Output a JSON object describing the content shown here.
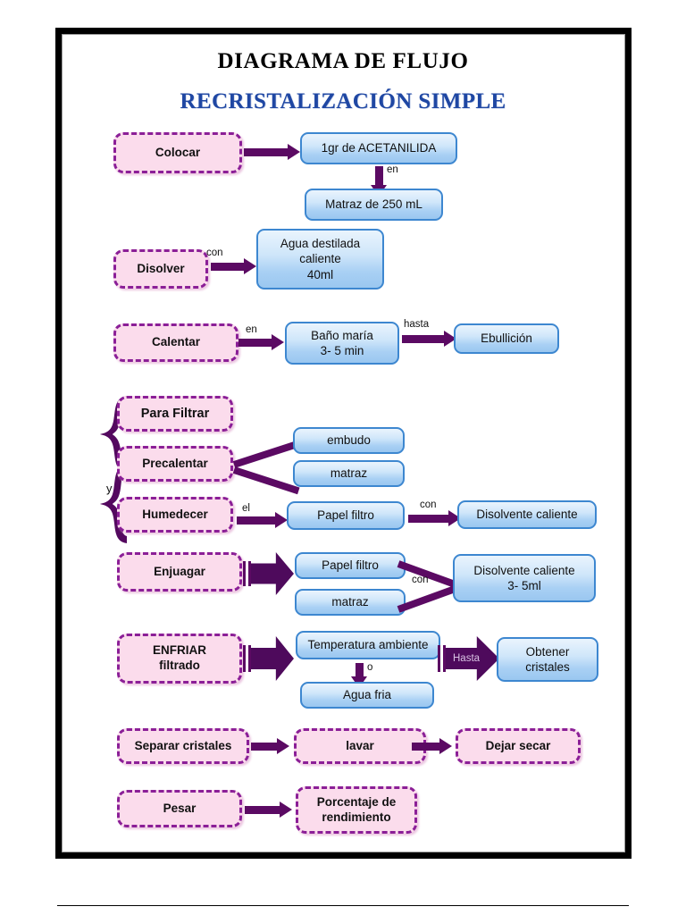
{
  "document": {
    "title_main": "DIAGRAMA DE FLUJO",
    "title_sub": "RECRISTALIZACIÓN SIMPLE",
    "title_sub_color": "#1f47a3"
  },
  "palette": {
    "action_fill": "#fbdcec",
    "action_border": "#8b1f97",
    "result_fill_top": "#eaf4fd",
    "result_fill_bottom": "#9ac7f0",
    "result_border": "#3d87d0",
    "arrow": "#5b0a63",
    "block_arrow": "#4e0a5c"
  },
  "flow": {
    "actions": [
      {
        "id": "colocar",
        "label": "Colocar"
      },
      {
        "id": "disolver",
        "label": "Disolver"
      },
      {
        "id": "calentar",
        "label": "Calentar"
      },
      {
        "id": "para-filtrar",
        "label": "Para Filtrar"
      },
      {
        "id": "precalentar",
        "label": "Precalentar"
      },
      {
        "id": "humedecer",
        "label": "Humedecer"
      },
      {
        "id": "enjuagar",
        "label": "Enjuagar"
      },
      {
        "id": "enfriar",
        "label": "ENFRIAR\nfiltrado"
      },
      {
        "id": "separar",
        "label": "Separar cristales"
      },
      {
        "id": "lavar",
        "label": "lavar"
      },
      {
        "id": "dejar-secar",
        "label": "Dejar secar"
      },
      {
        "id": "pesar",
        "label": "Pesar"
      },
      {
        "id": "porcentaje",
        "label": "Porcentaje de\nrendimiento"
      }
    ],
    "results": [
      {
        "id": "acetanilida",
        "label": "1gr de ACETANILIDA"
      },
      {
        "id": "matraz-250",
        "label": "Matraz de 250 mL"
      },
      {
        "id": "agua-destilada",
        "label": "Agua destilada\ncaliente\n40ml"
      },
      {
        "id": "bano-maria",
        "label": "Baño maría\n3- 5 min"
      },
      {
        "id": "ebullicion",
        "label": "Ebullición"
      },
      {
        "id": "embudo",
        "label": "embudo"
      },
      {
        "id": "matraz-1",
        "label": "matraz"
      },
      {
        "id": "papel-filtro-1",
        "label": "Papel filtro"
      },
      {
        "id": "disolvente-1",
        "label": "Disolvente caliente"
      },
      {
        "id": "papel-filtro-2",
        "label": "Papel filtro"
      },
      {
        "id": "matraz-2",
        "label": "matraz"
      },
      {
        "id": "disolvente-2",
        "label": "Disolvente caliente\n3- 5ml"
      },
      {
        "id": "temp-ambiente",
        "label": "Temperatura ambiente"
      },
      {
        "id": "agua-fria",
        "label": "Agua fria"
      },
      {
        "id": "obtener",
        "label": "Obtener\ncristales"
      }
    ],
    "edge_labels": {
      "en_acetanilida_matraz": "en",
      "disolver_con": "con",
      "calentar_en": "en",
      "bano_hasta": "hasta",
      "humedecer_el": "el",
      "papel_con": "con",
      "brace_y": "y",
      "enjuagar_con": "con",
      "temp_o": "o",
      "enfriar_hasta": "Hasta"
    }
  }
}
